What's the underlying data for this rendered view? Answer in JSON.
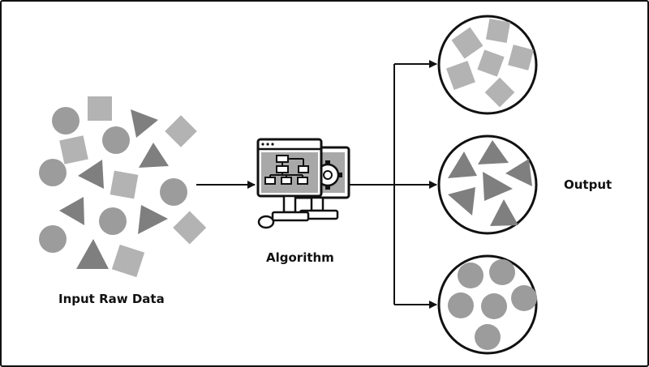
{
  "labels": {
    "input": "Input Raw Data",
    "algorithm": "Algorithm",
    "output": "Output"
  },
  "colors": {
    "stroke": "#111111",
    "shape_fill": "#9a9a9a",
    "shape_light": "#b3b3b3",
    "triangle_dark": "#7f7f7f",
    "background": "#ffffff"
  },
  "icons": {
    "algorithm": "computer-flowchart-gear-icon"
  }
}
